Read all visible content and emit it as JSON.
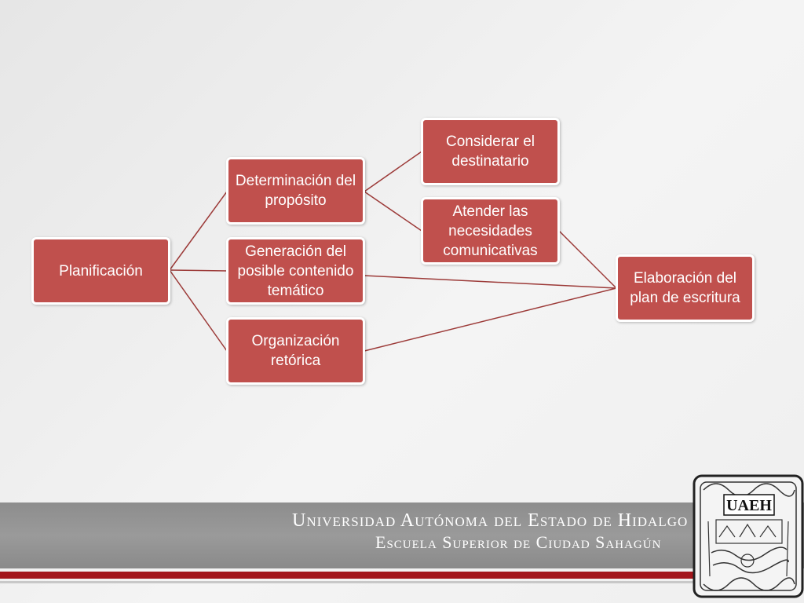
{
  "diagram": {
    "nodes": {
      "planificacion": "Planificación",
      "determinacion": "Determinación del propósito",
      "generacion": "Generación del posible contenido temático",
      "organizacion": "Organización retórica",
      "considerar": "Considerar el destinatario",
      "atender": "Atender las necesidades comunicativas",
      "elaboracion": "Elaboración del plan de escritura"
    },
    "colors": {
      "node_fill": "#c0504d",
      "connector": "#9c3a38",
      "footer_band": "#919191",
      "accent_bar": "#a3161c"
    }
  },
  "footer": {
    "line1": "Universidad Autónoma del Estado de Hidalgo",
    "line2": "Escuela Superior de Ciudad Sahagún",
    "logo_text": "UAEH"
  }
}
